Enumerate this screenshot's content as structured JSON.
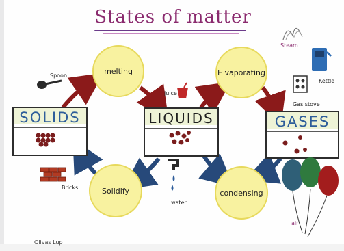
{
  "title": "States of matter",
  "stages": {
    "melting": "melting",
    "evaporating": "E vaporating",
    "solidify": "Solidify",
    "condensing": "condensing"
  },
  "states": {
    "solids": "SOLIDS",
    "liquids": "LIQUIDS",
    "gases": "GASES"
  },
  "labels": {
    "spoon": "Spoon",
    "juice": "juice",
    "steam": "Steam",
    "kettle": "Kettle",
    "gas_stove": "Gas stove",
    "bricks": "Bricks",
    "water": "water",
    "air": "air",
    "signature": "Olivas Lup"
  },
  "colors": {
    "title": "#8a2a6e",
    "circle_fill": "#f8f2a0",
    "solids_text": "#2e5d9a",
    "liquids_text": "#1f1f1f",
    "gases_text": "#2e5d9a",
    "particles": "#7a1d1d",
    "arrow_red": "#8b1a1a",
    "arrow_blue": "#27497a"
  },
  "icons": [
    "spoon-icon",
    "juice-cup-icon",
    "steam-icon",
    "kettle-icon",
    "gas-stove-icon",
    "bricks-icon",
    "tap-icon",
    "balloons-icon"
  ]
}
